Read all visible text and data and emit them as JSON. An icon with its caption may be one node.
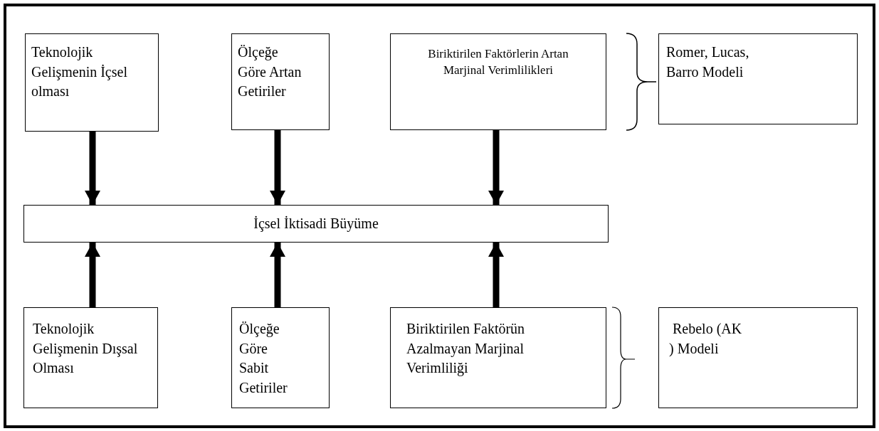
{
  "diagram": {
    "nodes": [
      {
        "text": [
          "Teknolojik Gelişmenin İçsel olması"
        ]
      },
      {
        "text": [
          "Ölçeğe Göre Artan Getiriler"
        ]
      },
      {
        "text": [
          "Biriktirilen Faktörlerin Artan Marjinal Verimlilikleri"
        ]
      },
      {
        "text": [
          "Romer, Lucas, Barro Modeli"
        ]
      },
      {
        "text": [
          "İçsel İktisadi Büyüme"
        ]
      },
      {
        "text": [
          "Teknolojik Gelişmenin Dışsal Olması"
        ]
      },
      {
        "text": [
          "Ölçeğe Göre Sabit Getiriler"
        ]
      },
      {
        "text": [
          "Biriktirilen Faktörün Azalmayan Marjinal Verimliliği"
        ]
      },
      {
        "text": [
          " Rebelo (AK ) Modeli"
        ]
      }
    ],
    "edges": [
      {
        "from": 0,
        "to": 4,
        "arrow": "to"
      },
      {
        "from": 1,
        "to": 4,
        "arrow": "to"
      },
      {
        "from": 2,
        "to": 4,
        "arrow": "to"
      },
      {
        "from": 5,
        "to": 4,
        "arrow": "to"
      },
      {
        "from": 6,
        "to": 4,
        "arrow": "to"
      },
      {
        "from": 7,
        "to": 4,
        "arrow": "to"
      }
    ]
  }
}
